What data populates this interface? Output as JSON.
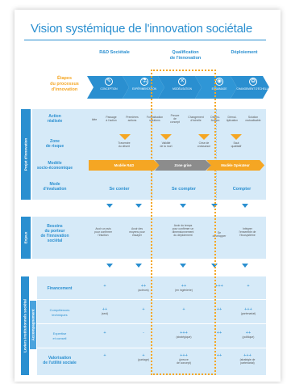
{
  "title": "Vision systémique de l'innovation sociétale",
  "columns": [
    "R&D Sociétale",
    "Qualification\nde l'innovation",
    "Déploiement"
  ],
  "etapes_label": "Étapes\ndu processus\nd'innovation",
  "stages": [
    {
      "icon": "✎",
      "label": "conception"
    },
    {
      "icon": "⚗",
      "label": "expérimentation"
    },
    {
      "icon": "✕",
      "label": "modélisation"
    },
    {
      "icon": "◉",
      "label": "essaimage"
    },
    {
      "icon": "❂",
      "label": "changement d'échelle"
    }
  ],
  "sections": {
    "projet": "Projet d'innovation",
    "enjeux": "Enjeux",
    "leviers": "Leviers institutionnels sociétal",
    "accompagnement": "Accompagnement"
  },
  "rows": {
    "actions": "Action\nréalisée",
    "risque": "Zone\nde risque",
    "modele": "Modèle\nsocio-économique",
    "evaluation": "Mode\nd'évaluation",
    "besoins": "Besoins\ndu porteur\nde l'innovation\nsociétal",
    "financement": "Financement",
    "competences": "Compétences\ntechniques",
    "reseau": "Expertise\net conseil",
    "valorisation": "Valorisation\nde l'utilité sociale"
  },
  "actions": [
    "Idée",
    "Passage\nà l'action",
    "Premières\nactions",
    "Formalisation\nsolutions",
    "Preuve\nde\nconcept",
    "Changement\nd'échelle",
    "Diversi-\nfication",
    "Démul-\ntiplication",
    "Solution\nmutualisable"
  ],
  "risques": [
    "Traversée\ndu désert",
    "Validité\nde la mort",
    "Crise de\ncroissance",
    "Saut\nqualitatif"
  ],
  "modeles": [
    "Modèle R&D",
    "Zone grise",
    "Modèle Opérateur"
  ],
  "evaluations": [
    "Se conter",
    "Se compter",
    "Compter"
  ],
  "besoins": [
    "Avoir un avis\npour confirmer\nl'intuition",
    "Avoir des\nmoyens pour\nessayer",
    "Avoir du temps\npour confirmer un\ndimensionnement\ndu déploiement",
    "Se\ndévelopper",
    "Intégrer\nl'ensemble de\nl'écosystème"
  ],
  "financement": [
    {
      "s": "+",
      "t": ""
    },
    {
      "s": "++",
      "t": "(acteurs)"
    },
    {
      "s": "++",
      "t": "(en ingénierie)"
    },
    {
      "s": "+++",
      "t": ""
    },
    {
      "s": "+",
      "t": ""
    }
  ],
  "competences": [
    {
      "s": "++",
      "t": "(seul)"
    },
    {
      "s": "+",
      "t": ""
    },
    {
      "s": "+",
      "t": ""
    },
    {
      "s": "++",
      "t": ""
    },
    {
      "s": "+++",
      "t": "(partenariat)"
    }
  ],
  "reseau": [
    {
      "s": "+",
      "t": ""
    },
    {
      "s": "-",
      "t": ""
    },
    {
      "s": "+++",
      "t": "(stratégique)"
    },
    {
      "s": "++",
      "t": ""
    },
    {
      "s": "++",
      "t": "(politique)"
    }
  ],
  "valorisation": [
    {
      "s": "+",
      "t": ""
    },
    {
      "s": "+",
      "t": "(partage)"
    },
    {
      "s": "+++",
      "t": "(preuve\nde concept)"
    },
    {
      "s": "++",
      "t": ""
    },
    {
      "s": "+++",
      "t": "(stratégie de\npartenariat)"
    }
  ],
  "colors": {
    "blue": "#2a8fd0",
    "lightblue": "#d6eaf8",
    "orange": "#f5a623",
    "grey": "#8c8c8c"
  }
}
